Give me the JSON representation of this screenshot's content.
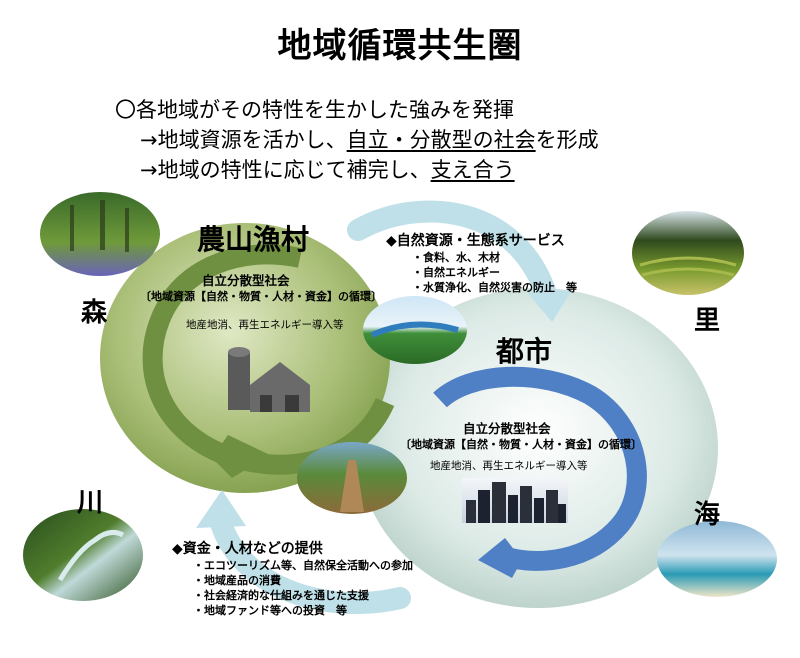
{
  "title": "地域循環共生圏",
  "intro": {
    "line1": "〇各地域がその特性を生かした強みを発揮",
    "line2_prefix": "→地域資源を活かし、",
    "line2_u1": "自立・分散型の",
    "line2_u2": "社会",
    "line2_suffix": "を形成",
    "line3_prefix": "→地域の特性に応じて補完し、",
    "line3_u": "支え合う"
  },
  "rural": {
    "label": "農山漁村",
    "society": "自立分散型社会",
    "cycle": "〔地域資源【自然・物質・人材・資金】の循環〕",
    "note": "地産地消、再生エネルギー導入等"
  },
  "urban": {
    "label": "都市",
    "society": "自立分散型社会",
    "cycle": "〔地域資源【自然・物質・人材・資金】の循環〕",
    "note": "地産地消、再生エネルギー導入等"
  },
  "services": {
    "heading": "◆自然資源・生態系サービス",
    "items": [
      "・食料、水、木材",
      "・自然エネルギー",
      "・水質浄化、自然災害の防止　等"
    ]
  },
  "support": {
    "heading": "◆資金・人材などの提供",
    "items": [
      "・エコツーリズム等、自然保全活動への参加",
      "・地域産品の消費",
      "・社会経済的な仕組みを通じた支援",
      "・地域ファンド等への投資　等"
    ]
  },
  "places": {
    "forest": "森",
    "village": "里",
    "river": "川",
    "sea": "海"
  },
  "colors": {
    "rural_circle": "#9bb36a",
    "rural_arrow": "#7a9a45",
    "urban_circle": "#c7dcd4",
    "urban_arrow": "#4f7fc4",
    "flow_arrow": "#b5dce6"
  }
}
